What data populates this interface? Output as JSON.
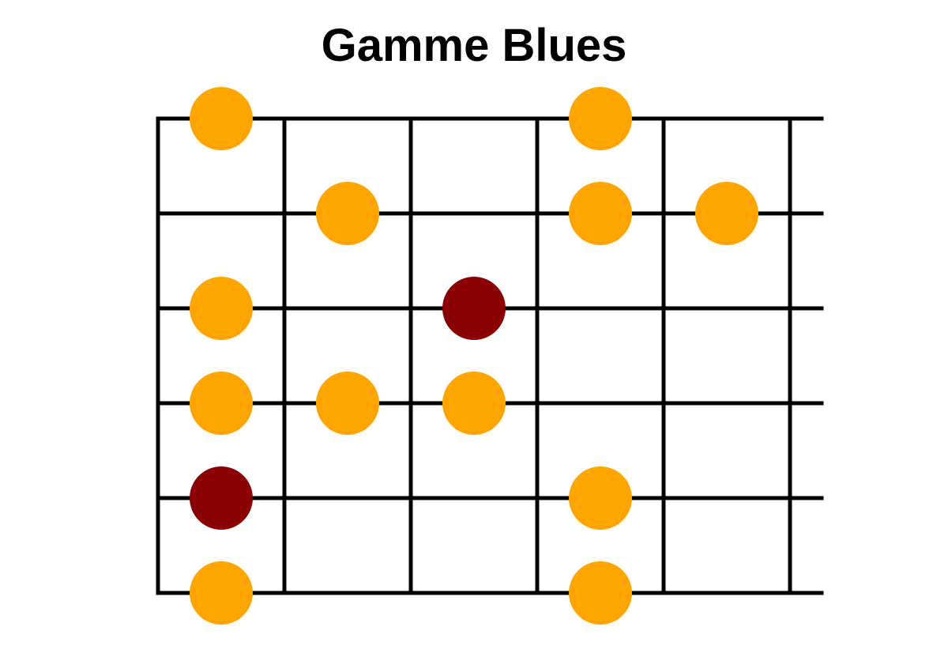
{
  "title": "Gamme Blues",
  "colors": {
    "background": "#ffffff",
    "line": "#000000",
    "scale_note": "#ffa500",
    "blue_note": "#8b0000"
  },
  "fretboard": {
    "strings": 6,
    "frets": 5,
    "notes": [
      {
        "string": 1,
        "fret": 1,
        "kind": "scale_note"
      },
      {
        "string": 1,
        "fret": 4,
        "kind": "scale_note"
      },
      {
        "string": 2,
        "fret": 2,
        "kind": "scale_note"
      },
      {
        "string": 2,
        "fret": 4,
        "kind": "scale_note"
      },
      {
        "string": 2,
        "fret": 5,
        "kind": "scale_note"
      },
      {
        "string": 3,
        "fret": 1,
        "kind": "scale_note"
      },
      {
        "string": 3,
        "fret": 3,
        "kind": "blue_note"
      },
      {
        "string": 4,
        "fret": 1,
        "kind": "scale_note"
      },
      {
        "string": 4,
        "fret": 2,
        "kind": "scale_note"
      },
      {
        "string": 4,
        "fret": 3,
        "kind": "scale_note"
      },
      {
        "string": 5,
        "fret": 1,
        "kind": "blue_note"
      },
      {
        "string": 5,
        "fret": 4,
        "kind": "scale_note"
      },
      {
        "string": 6,
        "fret": 1,
        "kind": "scale_note"
      },
      {
        "string": 6,
        "fret": 4,
        "kind": "scale_note"
      }
    ]
  }
}
